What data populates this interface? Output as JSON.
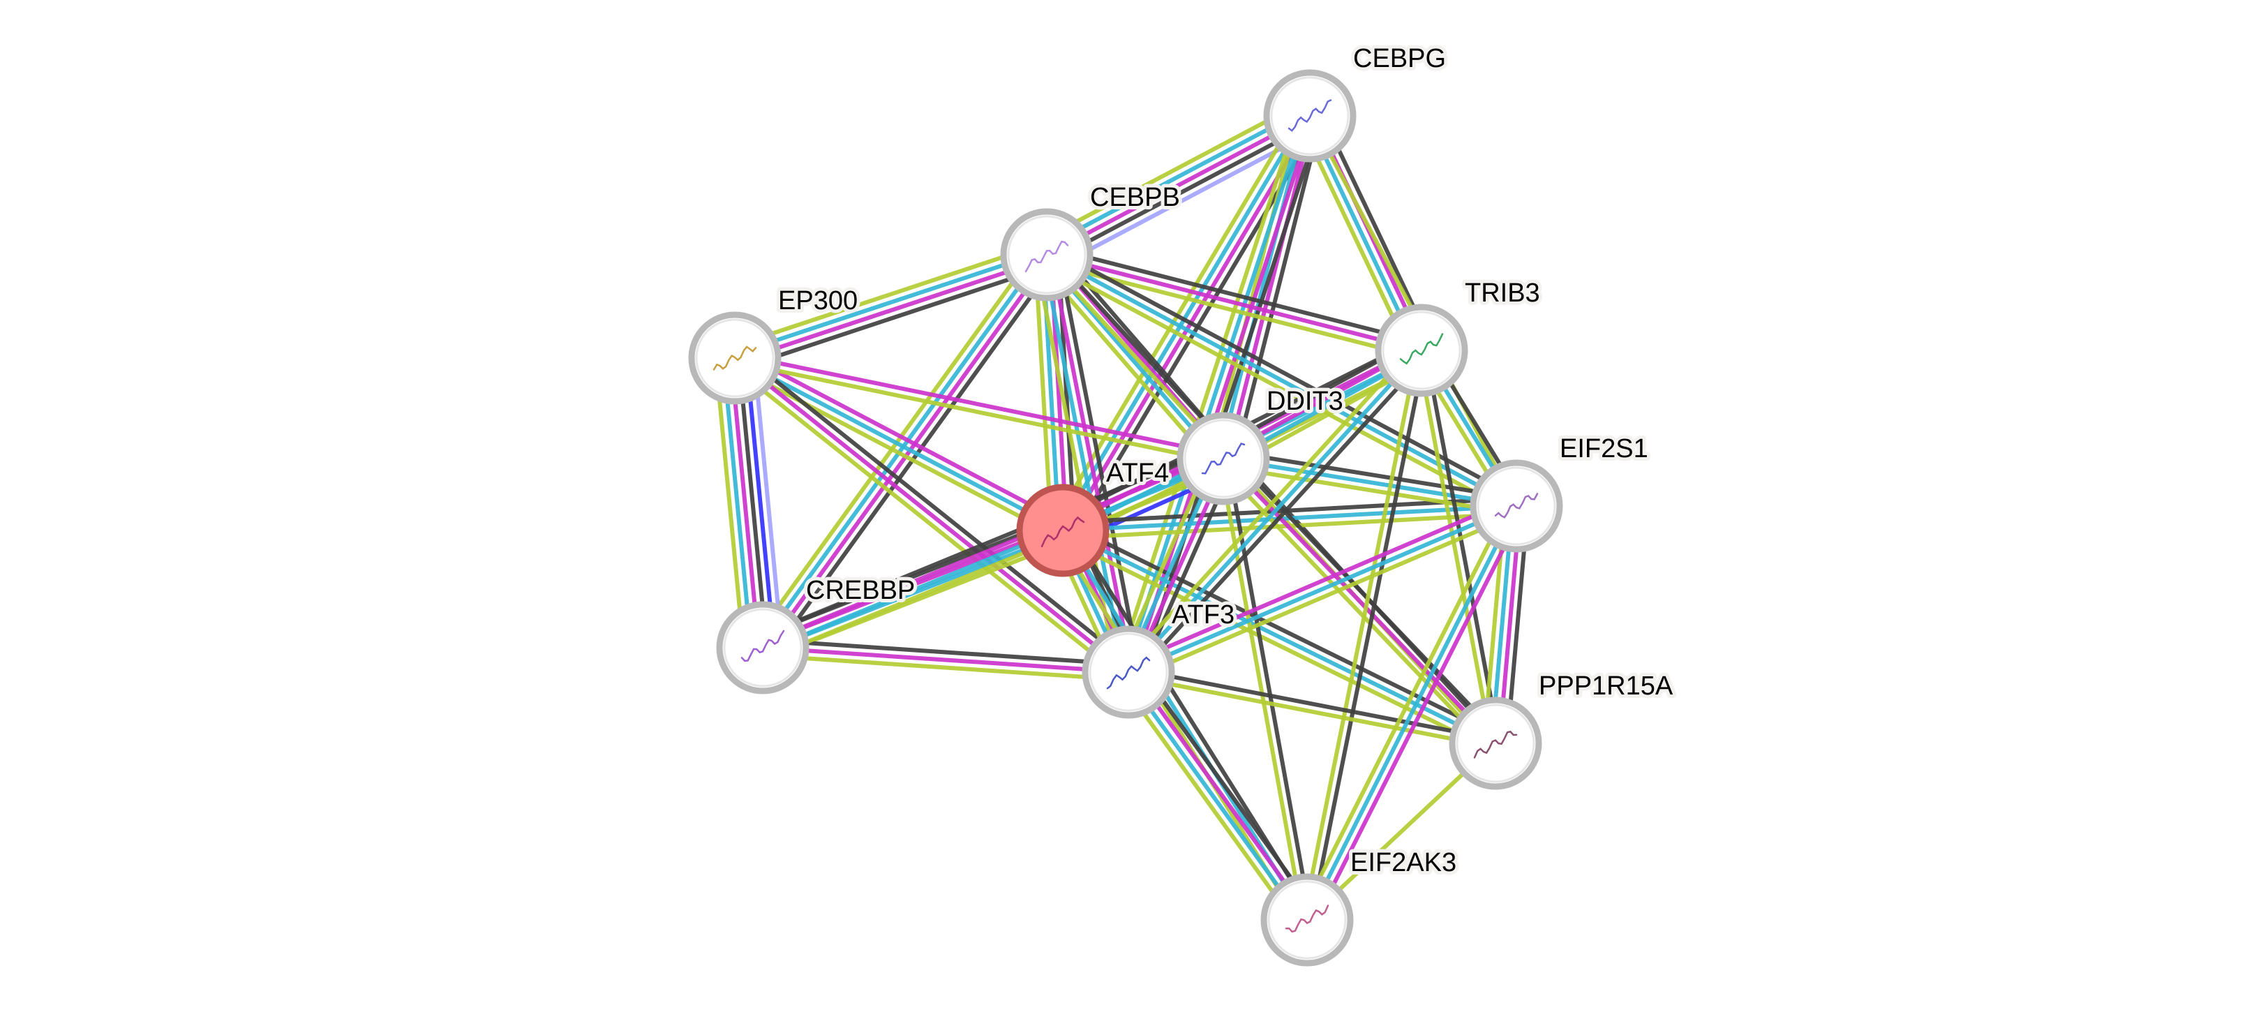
{
  "diagram": {
    "type": "protein-interaction-network",
    "query_node": "ATF4",
    "evidence_colors": {
      "known_database": "#33b5d6",
      "known_experimental": "#cc33cc",
      "textmining": "#b3cc33",
      "coexpression": "#404040",
      "homology": "#a3a3ff",
      "cooccurrence": "#3333ff"
    },
    "node_style": {
      "ring": "#b8b8b8",
      "query_fill": "#ff8f8f",
      "query_ring": "#bf5550",
      "label_halo": "#f3f2ee"
    },
    "nodes": [
      {
        "id": "CEBPG",
        "label": "CEBPG",
        "structure_color": "#6a6ad8"
      },
      {
        "id": "CEBPB",
        "label": "CEBPB",
        "structure_color": "#b48be0"
      },
      {
        "id": "EP300",
        "label": "EP300",
        "structure_color": "#c8a040"
      },
      {
        "id": "TRIB3",
        "label": "TRIB3",
        "structure_color": "#3aa860"
      },
      {
        "id": "DDIT3",
        "label": "DDIT3",
        "structure_color": "#5b62d8"
      },
      {
        "id": "ATF4",
        "label": "ATF4",
        "structure_color": "#b0306a"
      },
      {
        "id": "EIF2S1",
        "label": "EIF2S1",
        "structure_color": "#a070c0"
      },
      {
        "id": "CREBBP",
        "label": "CREBBP",
        "structure_color": "#a060d0"
      },
      {
        "id": "ATF3",
        "label": "ATF3",
        "structure_color": "#4a58c8"
      },
      {
        "id": "PPP1R15A",
        "label": "PPP1R15A",
        "structure_color": "#8a5070"
      },
      {
        "id": "EIF2AK3",
        "label": "EIF2AK3",
        "structure_color": "#c06090"
      }
    ],
    "edges": [
      {
        "source": "CEBPG",
        "target": "CEBPB",
        "evidence": [
          "homology",
          "coexpression",
          "known_experimental",
          "known_database",
          "textmining"
        ]
      },
      {
        "source": "CEBPG",
        "target": "ATF4",
        "evidence": [
          "coexpression",
          "known_experimental",
          "known_database",
          "textmining"
        ]
      },
      {
        "source": "CEBPG",
        "target": "DDIT3",
        "evidence": [
          "coexpression",
          "known_experimental",
          "known_database",
          "textmining"
        ]
      },
      {
        "source": "CEBPG",
        "target": "TRIB3",
        "evidence": [
          "coexpression",
          "known_experimental",
          "known_database",
          "textmining"
        ]
      },
      {
        "source": "CEBPG",
        "target": "ATF3",
        "evidence": [
          "coexpression",
          "known_experimental",
          "known_database",
          "textmining"
        ]
      },
      {
        "source": "CEBPG",
        "target": "EIF2S1",
        "evidence": [
          "textmining"
        ]
      },
      {
        "source": "CEBPB",
        "target": "EP300",
        "evidence": [
          "coexpression",
          "known_experimental",
          "known_database",
          "textmining"
        ]
      },
      {
        "source": "CEBPB",
        "target": "ATF4",
        "evidence": [
          "coexpression",
          "known_experimental",
          "known_database",
          "textmining"
        ]
      },
      {
        "source": "CEBPB",
        "target": "DDIT3",
        "evidence": [
          "coexpression",
          "known_experimental",
          "known_database",
          "textmining"
        ]
      },
      {
        "source": "CEBPB",
        "target": "TRIB3",
        "evidence": [
          "coexpression",
          "known_experimental",
          "textmining"
        ]
      },
      {
        "source": "CEBPB",
        "target": "ATF3",
        "evidence": [
          "coexpression",
          "known_experimental",
          "known_database",
          "textmining"
        ]
      },
      {
        "source": "CEBPB",
        "target": "CREBBP",
        "evidence": [
          "coexpression",
          "known_experimental",
          "known_database",
          "textmining"
        ]
      },
      {
        "source": "CEBPB",
        "target": "EIF2S1",
        "evidence": [
          "coexpression",
          "known_database",
          "textmining"
        ]
      },
      {
        "source": "CEBPB",
        "target": "PPP1R15A",
        "evidence": [
          "coexpression",
          "textmining"
        ]
      },
      {
        "source": "EP300",
        "target": "CREBBP",
        "evidence": [
          "homology",
          "cooccurrence",
          "coexpression",
          "known_experimental",
          "known_database",
          "textmining"
        ]
      },
      {
        "source": "EP300",
        "target": "ATF4",
        "evidence": [
          "known_experimental",
          "known_database",
          "textmining"
        ]
      },
      {
        "source": "EP300",
        "target": "ATF3",
        "evidence": [
          "coexpression",
          "known_experimental",
          "textmining"
        ]
      },
      {
        "source": "EP300",
        "target": "DDIT3",
        "evidence": [
          "known_experimental",
          "textmining"
        ]
      },
      {
        "source": "CREBBP",
        "target": "ATF4",
        "evidence": [
          "coexpression",
          "known_experimental",
          "known_database",
          "textmining"
        ]
      },
      {
        "source": "CREBBP",
        "target": "ATF3",
        "evidence": [
          "coexpression",
          "known_experimental",
          "textmining"
        ]
      },
      {
        "source": "CREBBP",
        "target": "DDIT3",
        "evidence": [
          "coexpression",
          "known_experimental",
          "known_database",
          "textmining"
        ]
      },
      {
        "source": "ATF4",
        "target": "DDIT3",
        "evidence": [
          "coexpression",
          "known_experimental",
          "known_database",
          "textmining",
          "cooccurrence"
        ]
      },
      {
        "source": "ATF4",
        "target": "ATF3",
        "evidence": [
          "coexpression",
          "known_experimental",
          "known_database",
          "textmining"
        ]
      },
      {
        "source": "ATF4",
        "target": "TRIB3",
        "evidence": [
          "coexpression",
          "known_experimental",
          "known_database",
          "textmining"
        ]
      },
      {
        "source": "ATF4",
        "target": "EIF2S1",
        "evidence": [
          "coexpression",
          "known_database",
          "textmining"
        ]
      },
      {
        "source": "ATF4",
        "target": "PPP1R15A",
        "evidence": [
          "coexpression",
          "known_database",
          "textmining"
        ]
      },
      {
        "source": "ATF4",
        "target": "EIF2AK3",
        "evidence": [
          "coexpression",
          "known_database",
          "textmining"
        ]
      },
      {
        "source": "DDIT3",
        "target": "ATF3",
        "evidence": [
          "coexpression",
          "known_experimental",
          "known_database",
          "textmining"
        ]
      },
      {
        "source": "DDIT3",
        "target": "TRIB3",
        "evidence": [
          "coexpression",
          "known_experimental",
          "known_database",
          "textmining"
        ]
      },
      {
        "source": "DDIT3",
        "target": "EIF2S1",
        "evidence": [
          "coexpression",
          "known_database",
          "textmining"
        ]
      },
      {
        "source": "DDIT3",
        "target": "PPP1R15A",
        "evidence": [
          "coexpression",
          "known_experimental",
          "textmining"
        ]
      },
      {
        "source": "DDIT3",
        "target": "EIF2AK3",
        "evidence": [
          "coexpression",
          "textmining"
        ]
      },
      {
        "source": "TRIB3",
        "target": "ATF3",
        "evidence": [
          "coexpression",
          "known_database",
          "textmining"
        ]
      },
      {
        "source": "TRIB3",
        "target": "EIF2S1",
        "evidence": [
          "coexpression",
          "known_database",
          "textmining"
        ]
      },
      {
        "source": "TRIB3",
        "target": "PPP1R15A",
        "evidence": [
          "coexpression",
          "textmining"
        ]
      },
      {
        "source": "TRIB3",
        "target": "EIF2AK3",
        "evidence": [
          "coexpression",
          "textmining"
        ]
      },
      {
        "source": "ATF3",
        "target": "EIF2S1",
        "evidence": [
          "known_experimental",
          "known_database",
          "textmining"
        ]
      },
      {
        "source": "ATF3",
        "target": "PPP1R15A",
        "evidence": [
          "coexpression",
          "textmining"
        ]
      },
      {
        "source": "ATF3",
        "target": "EIF2AK3",
        "evidence": [
          "coexpression",
          "known_experimental",
          "known_database",
          "textmining"
        ]
      },
      {
        "source": "EIF2S1",
        "target": "PPP1R15A",
        "evidence": [
          "coexpression",
          "known_experimental",
          "known_database",
          "textmining"
        ]
      },
      {
        "source": "EIF2S1",
        "target": "EIF2AK3",
        "evidence": [
          "known_experimental",
          "known_database",
          "textmining"
        ]
      },
      {
        "source": "PPP1R15A",
        "target": "EIF2AK3",
        "evidence": [
          "textmining"
        ]
      }
    ]
  }
}
